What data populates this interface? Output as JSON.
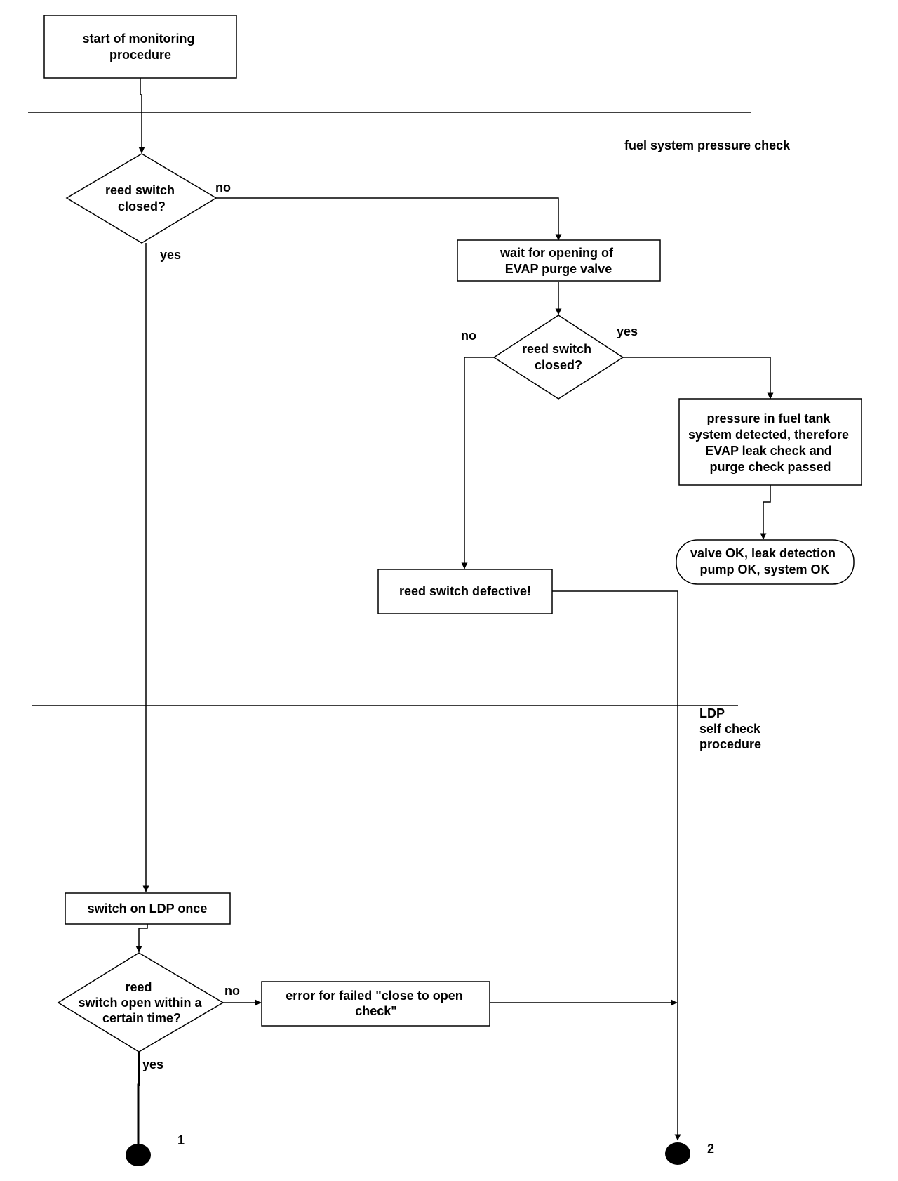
{
  "sections": {
    "fuel_check": "fuel system pressure check",
    "ldp_self_check": [
      "LDP",
      "self check",
      "procedure"
    ]
  },
  "nodes": {
    "start": [
      "start of monitoring",
      "procedure"
    ],
    "decision_reed_1": [
      "reed switch",
      "closed?"
    ],
    "wait_purge": [
      "wait for opening of",
      "EVAP purge valve"
    ],
    "decision_reed_2": [
      "reed switch",
      "closed?"
    ],
    "pressure_detected": [
      "pressure in fuel  tank",
      "system detected, therefore",
      "EVAP leak check and",
      "purge check passed"
    ],
    "system_ok": [
      "valve OK, leak detection",
      "pump OK, system OK"
    ],
    "reed_defective": "reed switch defective!",
    "switch_on_ldp": "switch on LDP once",
    "decision_open": [
      "reed",
      "switch open within  a",
      "certain time?"
    ],
    "error_close_open": [
      "error for failed \"close to open",
      "check\""
    ]
  },
  "edge_labels": {
    "d1_no": "no",
    "d1_yes": "yes",
    "d2_no": "no",
    "d2_yes": "yes",
    "d3_no": "no",
    "d3_yes": "yes"
  },
  "terminals": {
    "t1": "1",
    "t2": "2"
  }
}
